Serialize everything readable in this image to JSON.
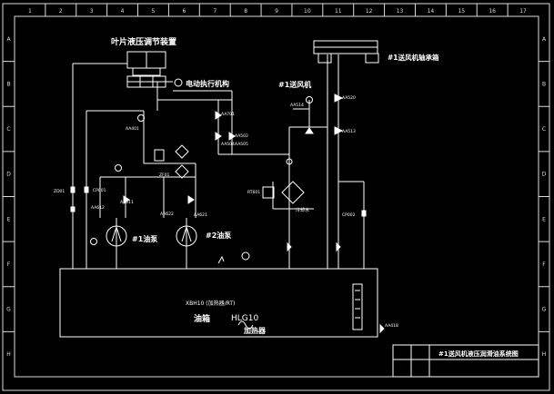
{
  "frame": {
    "top_numbers": [
      "1",
      "2",
      "3",
      "4",
      "5",
      "6",
      "7",
      "8",
      "9",
      "10",
      "11",
      "12",
      "13",
      "14",
      "15",
      "16",
      "17"
    ],
    "side_letters": [
      "A",
      "B",
      "C",
      "D",
      "E",
      "F",
      "G",
      "H"
    ]
  },
  "labels": {
    "blade_device": "叶片液压调节装置",
    "electric_actuator": "电动执行机构",
    "bearing_box": "#1送风机轴承箱",
    "fan": "#1送风机",
    "pump1": "#1油泵",
    "pump2": "#2油泵",
    "tank": "油箱",
    "tank_model": "HLG10",
    "heater": "加热器",
    "tank_note": "XBH10 (加热器/RT)",
    "cooler_word": "冷却水"
  },
  "tags": {
    "t1": "AA701",
    "t2": "AA502",
    "t3": "AA504",
    "t4": "AA505",
    "t5": "AA401",
    "t6": "AA611",
    "t7": "AA621",
    "t8": "AA612",
    "t9": "AA622",
    "t10": "AA513",
    "t11": "AA514",
    "t12": "AA520",
    "t13": "AA418",
    "t14": "ZF01",
    "t15": "CP001",
    "t16": "CP002",
    "t17": "RT601",
    "t18": "ZD01"
  },
  "title_block": {
    "title": "#1送风机液压润滑油系统图"
  }
}
